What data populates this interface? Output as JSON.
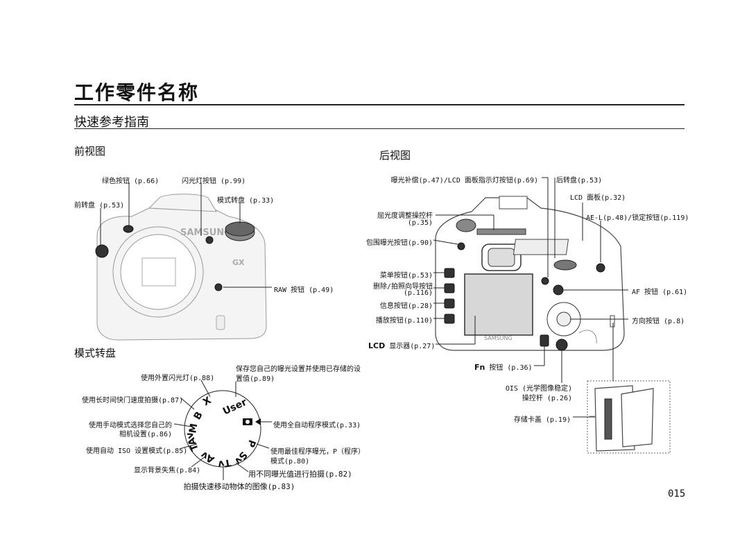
{
  "page": {
    "title": "工作零件名称",
    "subtitle": "快速参考指南",
    "page_number": "015"
  },
  "front": {
    "heading": "前视图",
    "labels": {
      "green_button": "绿色按钮 (p.66)",
      "flash_button": "闪光灯按钮 (p.99)",
      "mode_dial": "模式转盘 (p.33)",
      "front_dial": "前转盘 (p.53)",
      "raw_button": "RAW 按钮 (p.49)"
    }
  },
  "back": {
    "heading": "后视图",
    "labels": {
      "exp_comp": "曝光补偿(p.47)/LCD 面板指示灯按钮(p.69)",
      "rear_dial": "后转盘(p.53)",
      "lcd_panel": "LCD 面板(p.32)",
      "ael": "AE-L(p.48)/锁定按钮(p.119)",
      "diopter": "屈光度调整操控杆",
      "diopter_page": "(p.35)",
      "bracket": "包围曝光按钮(p.90)",
      "menu": "菜单按钮(p.53)",
      "delete": "删除/拍照向导按钮",
      "delete_page": "(p.116)",
      "info": "信息按钮(p.28)",
      "play": "播放按钮(p.110)",
      "lcd_display_prefix": "LCD",
      "lcd_display": "显示器(p.27)",
      "af": "AF 按钮 (p.61)",
      "nav": "方向按钮 (p.8)",
      "fn_prefix": "Fn",
      "fn": "按钮 (p.36)",
      "ois_1": "OIS (光学图像稳定)",
      "ois_2": "操控杆 (p.26)",
      "card_cover": "存储卡盖 (p.19)"
    }
  },
  "dial": {
    "heading": "模式转盘",
    "labels": {
      "x": "使用外置闪光灯(p.88)",
      "user_1": "保存您自己的曝光设置并使用已存储的设",
      "user_2": "置值(p.89)",
      "b": "使用长时间快门速度拍摄(p.87)",
      "m_1": "使用手动模式选择您自己的",
      "m_2": "相机设置(p.86)",
      "auto": "使用全自动程序模式(p.33)",
      "tav": "使用自动 ISO 设置模式(p.85)",
      "p_1": "使用最佳程序曝光，P（程序）",
      "p_2": "模式(p.80)",
      "av": "显示背景失焦(p.84)",
      "sv": "用不同曝光值进行拍摄(p.82)",
      "tv": "拍摄快速移动物体的图像(p.83)"
    },
    "symbols": {
      "x": "X",
      "user": "User",
      "b": "B",
      "m": "M",
      "tav": "TAv",
      "av": "Av",
      "tv": "Tv",
      "sv": "Sv",
      "p": "P"
    }
  },
  "camera": {
    "brand": "SAMSUNG",
    "model": "GX"
  }
}
